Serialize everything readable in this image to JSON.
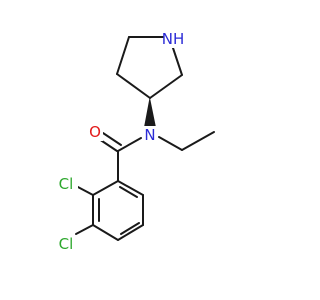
{
  "molecule": {
    "colors": {
      "bond": "#1a1a1a",
      "nitrogen": "#2b2bd6",
      "oxygen": "#e31a1a",
      "chlorine": "#2ea82e"
    },
    "labels": {
      "ring_nh": {
        "symbol": "N",
        "hydrogen": "H"
      },
      "amide_n": "N",
      "carbonyl_o": "O",
      "cl_ortho": "Cl",
      "cl_meta": "Cl"
    }
  }
}
